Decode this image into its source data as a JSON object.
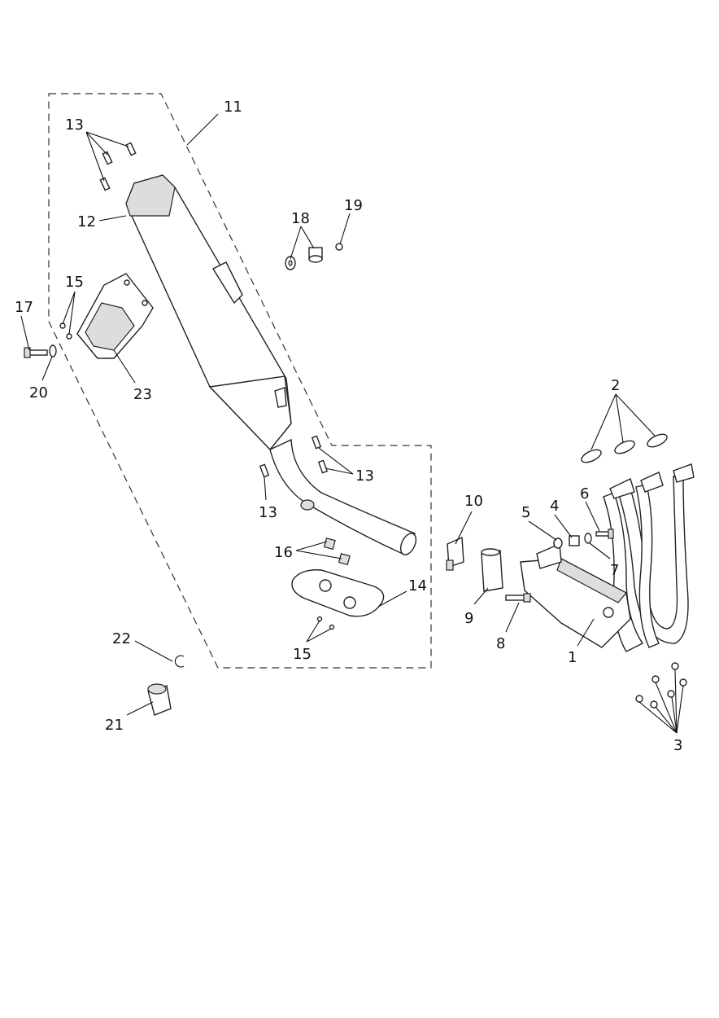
{
  "diagram": {
    "title": "Exhaust system exploded parts diagram",
    "callouts": {
      "c1": "1",
      "c2": "2",
      "c3": "3",
      "c4": "4",
      "c5": "5",
      "c6": "6",
      "c7": "7",
      "c8": "8",
      "c9": "9",
      "c10": "10",
      "c11": "11",
      "c12": "12",
      "c13a": "13",
      "c13b": "13",
      "c13c": "13",
      "c14": "14",
      "c15a": "15",
      "c15b": "15",
      "c16": "16",
      "c17": "17",
      "c18": "18",
      "c19": "19",
      "c20": "20",
      "c21": "21",
      "c22": "22",
      "c23": "23"
    }
  }
}
